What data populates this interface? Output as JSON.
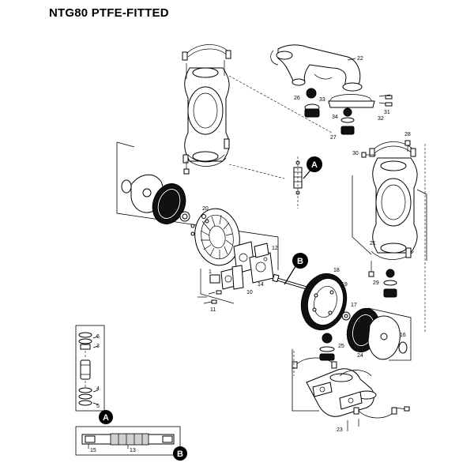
{
  "title": "NTG80 PTFE-FITTED",
  "callouts": {
    "a_top": "A",
    "b_mid": "B",
    "a_inset": "A",
    "b_inset": "B"
  },
  "part_numbers": {
    "p22": "22",
    "p26": "26",
    "p33": "33",
    "p31": "31",
    "p32": "32",
    "p34": "34",
    "p27": "27",
    "p28": "28",
    "p30": "30",
    "p20": "20",
    "p12": "12",
    "p1": "1",
    "p10": "10",
    "p11": "11",
    "p14": "14",
    "p18": "18",
    "p19": "19",
    "p21": "21",
    "p29": "29",
    "p17": "17",
    "p25": "25",
    "p24": "24",
    "p16": "16",
    "p23": "23",
    "p6": "6",
    "p3": "3",
    "p4": "4",
    "p5": "5",
    "p15": "15",
    "p13": "13"
  }
}
